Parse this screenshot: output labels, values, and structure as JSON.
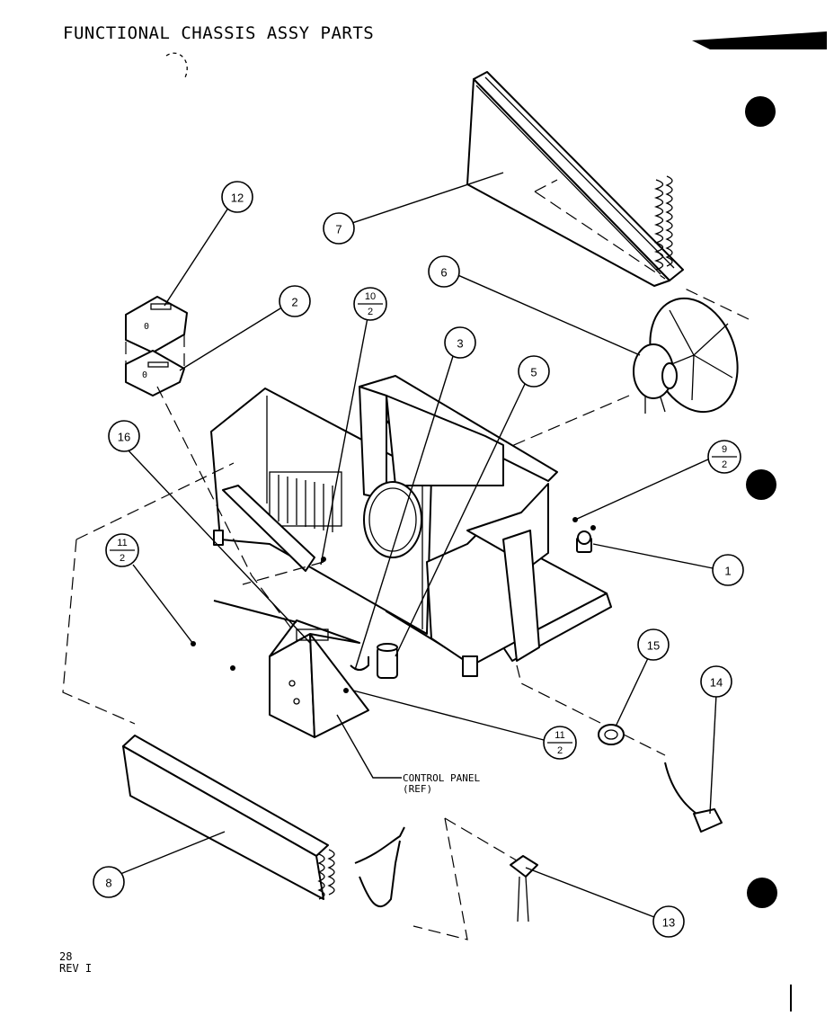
{
  "title": "FUNCTIONAL CHASSIS ASSY PARTS",
  "footer": {
    "page": "28",
    "rev": "REV I"
  },
  "control_panel_ref": {
    "line1": "CONTROL PANEL",
    "line2": "(REF)"
  },
  "callouts": {
    "c1": "1",
    "c2": "2",
    "c3": "3",
    "c5": "5",
    "c6": "6",
    "c7": "7",
    "c8": "8",
    "c12": "12",
    "c13": "13",
    "c14": "14",
    "c15": "15",
    "c16": "16",
    "c10_2": {
      "top": "10",
      "bottom": "2"
    },
    "c9_2": {
      "top": "9",
      "bottom": "2"
    },
    "c11_2a": {
      "top": "11",
      "bottom": "2"
    },
    "c11_2b": {
      "top": "11",
      "bottom": "2"
    }
  },
  "parts": {
    "condenser_coil": "condenser-coil",
    "fan_motor": "fan-motor-with-blade",
    "chassis_base": "chassis-base-pan",
    "evaporator_coil": "evaporator-coil",
    "control_box": "control-box",
    "selector_switch": "selector-switch",
    "thermostat": "thermostat",
    "capacitor": "capacitor",
    "gasket_ring": "gasket-ring",
    "power_cord": "power-cord",
    "heater_connector": "heater-connector"
  }
}
